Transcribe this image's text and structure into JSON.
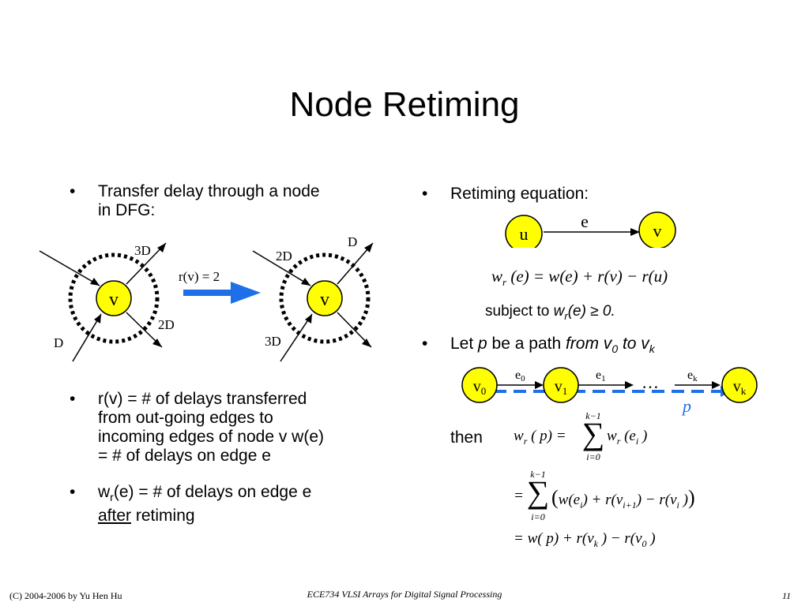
{
  "title": "Node Retiming",
  "left": {
    "bullet1_line1": "Transfer delay through a node",
    "bullet1_line2": "in DFG:",
    "diagram": {
      "before_node": "v",
      "after_node": "v",
      "before_labels": {
        "top": "3D",
        "right": "2D",
        "left": "D"
      },
      "after_labels": {
        "top_left": "2D",
        "top_right": "D",
        "bottom": "3D"
      },
      "arrow_label": "r(v) = 2"
    },
    "bullet2_lines": [
      "r(v) = # of delays transferred",
      "from out-going edges to",
      "incoming edges of node v w(e)",
      "= # of delays on edge e"
    ],
    "bullet3_part1": "w",
    "bullet3_sub": "r",
    "bullet3_part2": "(e) = # of delays on edge e",
    "bullet3_after": "after",
    "bullet3_tail": " retiming"
  },
  "right": {
    "bullet1": "Retiming equation:",
    "eq_graph": {
      "node_u": "u",
      "node_v": "v",
      "edge": "e"
    },
    "subject_to_prefix": "subject to ",
    "subject_to_expr": "w",
    "subject_to_sub": "r",
    "subject_to_suffix": "(e) ≥ 0.",
    "bullet2_let": "Let ",
    "bullet2_p": "p",
    "bullet2_mid": " be a path ",
    "bullet2_from": "from v",
    "bullet2_from_sub": "0",
    "bullet2_to": " to v",
    "bullet2_to_sub": "k",
    "path": {
      "nodes": [
        "v",
        "v",
        "v"
      ],
      "node_subs": [
        "0",
        "1",
        "k"
      ],
      "edges": [
        "e",
        "e",
        "e"
      ],
      "edge_subs": [
        "0",
        "1",
        "k"
      ],
      "ellipsis": "…",
      "path_label": "p"
    },
    "then": "then"
  },
  "footer": {
    "left": "(C) 2004-2006 by Yu Hen Hu",
    "center": "ECE734 VLSI Arrays for Digital Signal Processing",
    "page": "11"
  },
  "colors": {
    "node_fill": "#ffff00",
    "arrow_blue": "#1e6fe8",
    "dashed_blue": "#1e6fe8"
  }
}
